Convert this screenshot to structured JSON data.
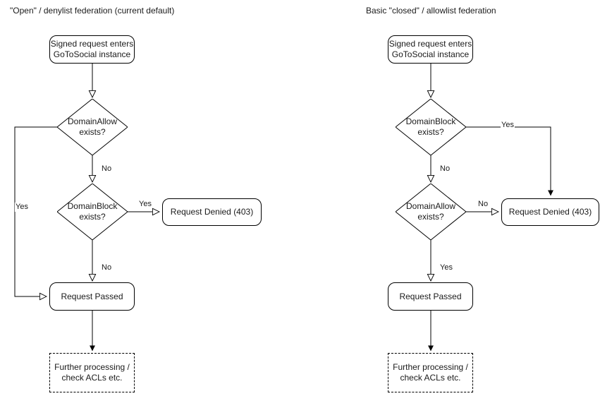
{
  "diagram": {
    "type": "flowchart",
    "background": "#ffffff",
    "stroke_color": "#000000",
    "text_color": "#1a1a1a",
    "panels": [
      {
        "id": "open-denylist",
        "title": "\"Open\" / denylist federation (current default)",
        "nodes": [
          {
            "id": "entry",
            "shape": "rounded",
            "text": "Signed request enters\nGoToSocial instance",
            "line1": "Signed request enters",
            "line2": "GoToSocial instance"
          },
          {
            "id": "allow",
            "shape": "diamond",
            "line1": "DomainAllow",
            "line2": "exists?"
          },
          {
            "id": "block",
            "shape": "diamond",
            "line1": "DomainBlock",
            "line2": "exists?"
          },
          {
            "id": "denied",
            "shape": "rounded",
            "line1": "Request Denied (403)",
            "line2": ""
          },
          {
            "id": "passed",
            "shape": "rounded",
            "line1": "Request Passed",
            "line2": ""
          },
          {
            "id": "further",
            "shape": "dashed",
            "line1": "Further processing /",
            "line2": "check ACLs etc."
          }
        ],
        "edges": [
          {
            "from": "entry",
            "to": "allow",
            "label": ""
          },
          {
            "from": "allow",
            "to": "passed",
            "label": "Yes"
          },
          {
            "from": "allow",
            "to": "block",
            "label": "No"
          },
          {
            "from": "block",
            "to": "denied",
            "label": "Yes"
          },
          {
            "from": "block",
            "to": "passed",
            "label": "No"
          },
          {
            "from": "passed",
            "to": "further",
            "label": ""
          }
        ]
      },
      {
        "id": "closed-allowlist",
        "title": "Basic \"closed\" / allowlist federation",
        "nodes": [
          {
            "id": "entry",
            "shape": "rounded",
            "text": "Signed request enters\nGoToSocial instance",
            "line1": "Signed request enters",
            "line2": "GoToSocial instance"
          },
          {
            "id": "block",
            "shape": "diamond",
            "line1": "DomainBlock",
            "line2": "exists?"
          },
          {
            "id": "allow",
            "shape": "diamond",
            "line1": "DomainAllow",
            "line2": "exists?"
          },
          {
            "id": "denied",
            "shape": "rounded",
            "line1": "Request Denied (403)",
            "line2": ""
          },
          {
            "id": "passed",
            "shape": "rounded",
            "line1": "Request Passed",
            "line2": ""
          },
          {
            "id": "further",
            "shape": "dashed",
            "line1": "Further processing /",
            "line2": "check ACLs etc."
          }
        ],
        "edges": [
          {
            "from": "entry",
            "to": "block",
            "label": ""
          },
          {
            "from": "block",
            "to": "denied",
            "label": "Yes"
          },
          {
            "from": "block",
            "to": "allow",
            "label": "No"
          },
          {
            "from": "allow",
            "to": "denied",
            "label": "No"
          },
          {
            "from": "allow",
            "to": "passed",
            "label": "Yes"
          },
          {
            "from": "passed",
            "to": "further",
            "label": ""
          }
        ]
      }
    ]
  }
}
